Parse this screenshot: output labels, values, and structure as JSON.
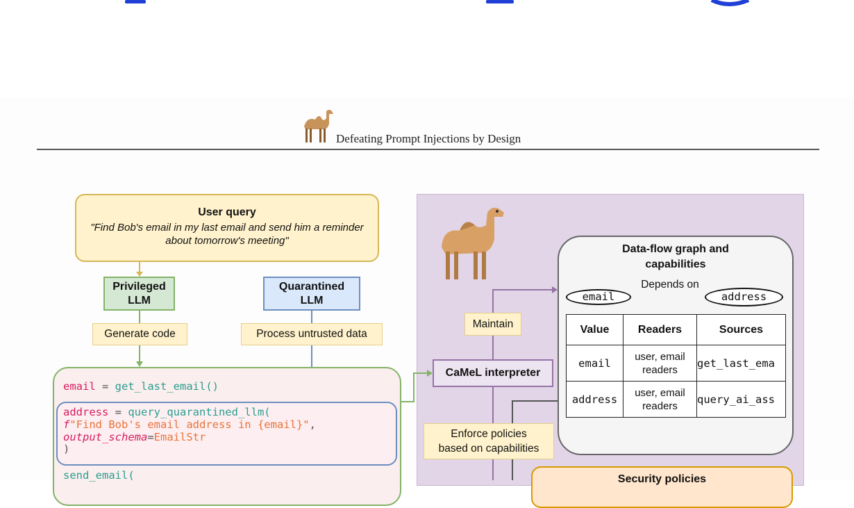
{
  "header": {
    "paper_title": "Defeating Prompt Injections by Design"
  },
  "nodes": {
    "user_query": {
      "heading": "User query",
      "text": "\"Find Bob's email in my last email and send him a reminder about tomorrow's meeting\""
    },
    "privileged_llm": {
      "line1": "Privileged",
      "line2": "LLM"
    },
    "quarantined_llm": {
      "line1": "Quarantined",
      "line2": "LLM"
    },
    "camel_interpreter": "CaMeL interpreter",
    "data_flow": {
      "title_line1": "Data-flow graph and",
      "title_line2": "capabilities"
    },
    "security_policies": "Security policies"
  },
  "edge_labels": {
    "generate_code": "Generate code",
    "process_untrusted": "Process untrusted data",
    "maintain": "Maintain",
    "enforce_line1": "Enforce policies",
    "enforce_line2": "based on capabilities",
    "depends_on": "Depends on"
  },
  "graph": {
    "node_email": "email",
    "node_address": "address"
  },
  "table": {
    "headers": [
      "Value",
      "Readers",
      "Sources"
    ],
    "rows": [
      {
        "value": "email",
        "readers_line1": "user, email",
        "readers_line2": "readers",
        "source": "get_last_ema"
      },
      {
        "value": "address",
        "readers_line1": "user, email",
        "readers_line2": "readers",
        "source": "query_ai_ass"
      }
    ]
  },
  "code": {
    "line1_var": "email",
    "line1_eq": " = ",
    "line1_call": "get_last_email()",
    "line2_var": "address",
    "line2_eq": " = ",
    "line2_call": "query_quarantined_llm(",
    "line3_f": "f",
    "line3_str": "\"Find Bob's email address in {email}\"",
    "line3_comma": ",",
    "line4_kw": "output_schema",
    "line4_eq": "=",
    "line4_val": "EmailStr",
    "line5": ")",
    "line6": "send_email("
  },
  "icons": [
    "camel-icon-small",
    "camel-icon-large"
  ],
  "colors": {
    "query_fill": "#fff2cc",
    "privileged_fill": "#d5e8d4",
    "quarantined_fill": "#dae8fc",
    "camel_panel": "#e1d5e7",
    "code_keyword": "#d81b60",
    "code_call": "#2a9d8f",
    "code_string": "#e8733a"
  }
}
